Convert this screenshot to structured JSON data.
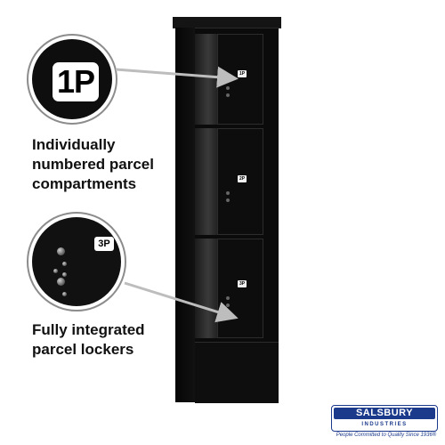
{
  "callouts": {
    "top_badge": "1P",
    "bottom_badge": "3P"
  },
  "captions": {
    "top": "Individually numbered parcel compartments",
    "bottom": "Fully integrated parcel lockers"
  },
  "doors": [
    {
      "label": "1P"
    },
    {
      "label": "2P"
    },
    {
      "label": "3P"
    }
  ],
  "logo": {
    "name": "SALSBURY",
    "subtitle": "INDUSTRIES",
    "tagline": "People Committed to Quality Since 1936®"
  },
  "colors": {
    "brand_blue": "#1b3a8c",
    "locker_black": "#0b0b0b",
    "callout_border": "#8c8c8c"
  }
}
